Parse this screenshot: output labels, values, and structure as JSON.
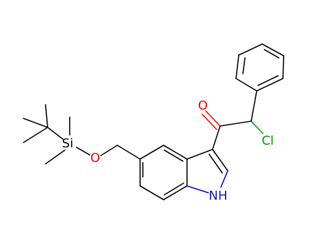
{
  "molecule": {
    "atoms": [
      {
        "label": "Si",
        "color": "#000000"
      },
      {
        "label": "O",
        "color": "#ff0000"
      },
      {
        "label": "O",
        "color": "#ff0000"
      },
      {
        "label": "Cl",
        "color": "#009900"
      },
      {
        "label": "NH",
        "color": "#1a1a99"
      }
    ]
  }
}
